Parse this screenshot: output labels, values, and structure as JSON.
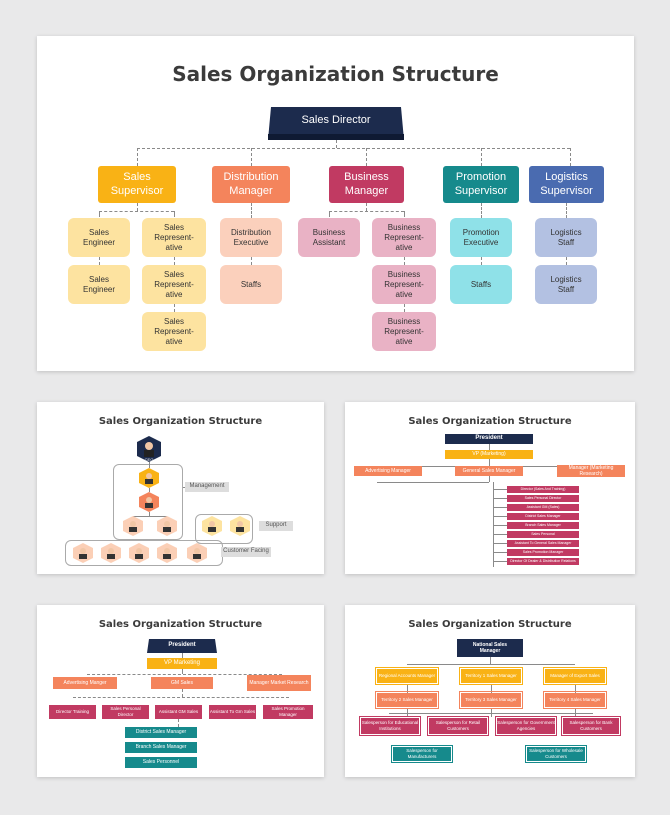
{
  "main": {
    "title": "Sales Organization Structure",
    "root": "Sales Director",
    "departments": [
      {
        "name": "Sales Supervisor",
        "color": "#f9b215",
        "children": [
          "Sales Engineer",
          "Sales Engineer"
        ],
        "chain": [
          "Sales Represent-ative",
          "Sales Represent-ative",
          "Sales Represent-ative"
        ],
        "light": "#fde3a0"
      },
      {
        "name": "Distribution Manager",
        "color": "#f4845c",
        "children": [
          "Distribution Executive",
          "Staffs"
        ],
        "light": "#fbd0bc"
      },
      {
        "name": "Business Manager",
        "color": "#c13a62",
        "children": [
          "Business Assistant"
        ],
        "chain": [
          "Business Represent-ative",
          "Business Represent-ative",
          "Business Represent-ative"
        ],
        "light": "#e9b2c5"
      },
      {
        "name": "Promotion Supervisor",
        "color": "#168a8c",
        "children": [
          "Promotion Executive",
          "Staffs"
        ],
        "light": "#8fe1e8"
      },
      {
        "name": "Logistics Supervisor",
        "color": "#4a6bb0",
        "children": [
          "Logistics Staff",
          "Logistics Staff"
        ],
        "light": "#b3c1e2"
      }
    ]
  },
  "thumb1": {
    "title": "Sales Organization Structure",
    "ceo": "CEO",
    "groups": [
      "Management",
      "Support",
      "Customer Facing"
    ]
  },
  "thumb2": {
    "title": "Sales Organization Structure",
    "president": "President",
    "vp": "VP (Marketing)",
    "left": "Advertising Manager",
    "center": "General Sales Manager",
    "right": "Manager (Marketing Research)",
    "list": [
      "Director (Sales And Training)",
      "Sales Personal Director",
      "Assistant GM (Sales)",
      "District Sales Manager",
      "Branch Sales Manager",
      "Sales Personal",
      "Assistant To General Sales Manager",
      "Sales Promotion Manager",
      "Director Of Dealer & Distribution Relations"
    ]
  },
  "thumb3": {
    "title": "Sales Organization Structure",
    "president": "President",
    "vp": "VP Marketing",
    "left": "Advertising Manger",
    "center": "GM Sales",
    "right": "Manager Market Research",
    "row": [
      "Director Training",
      "Sales Personal Director",
      "Assistant GM Sales",
      "Assistant To Gm Sales",
      "Sales Promotion Manager"
    ],
    "chain": [
      "District Sales Manager",
      "Branch Sales Manager",
      "Sales Personnel"
    ]
  },
  "thumb4": {
    "title": "Sales Organization Structure",
    "root": "National Sales Manager",
    "level1": [
      "Regional Accounts Manager",
      "Territory 1 Sales Manager",
      "Manager of Export Sales"
    ],
    "level2": [
      "Territory 2 Sales Manager",
      "Territory 3 Sales Manager",
      "Territory 4 Sales Manager"
    ],
    "level3": [
      "Salesperson for Educational Institutions",
      "Salesperson for Retail Customers",
      "Salesperson for Government Agencies",
      "Salesperson for Bank Customers"
    ],
    "level4": [
      "Salesperson for Manufacturers",
      "Salesperson for Wholesale Customers"
    ]
  }
}
